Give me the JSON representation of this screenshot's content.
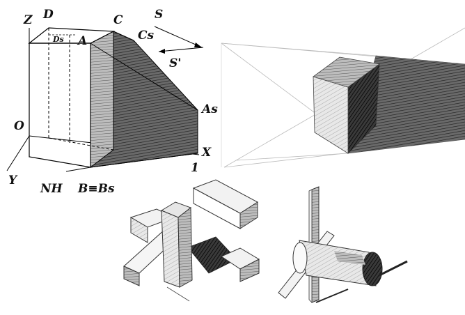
{
  "diagram": {
    "labels": {
      "z": "Z",
      "d": "D",
      "ds": "Ds",
      "c": "C",
      "a": "A",
      "cs": "Cs",
      "s": "S",
      "s_prime": "S'",
      "as": "As",
      "o": "O",
      "x": "X",
      "one": "1",
      "y": "Y",
      "nh": "NH",
      "b_bs": "B≡Bs"
    },
    "panels": [
      "box-shadow-construction",
      "cube-perspective-sketch",
      "crossed-beams-sketch",
      "cylinder-post-sketch"
    ]
  }
}
